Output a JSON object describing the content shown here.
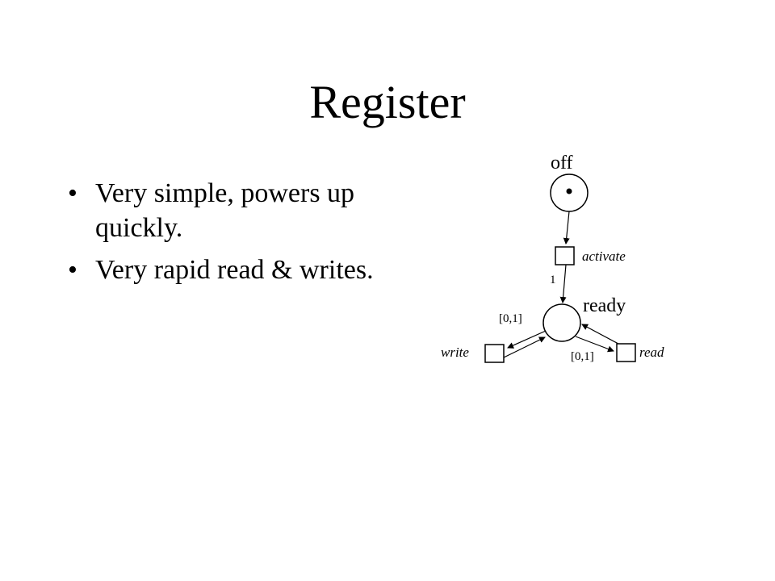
{
  "slide": {
    "title": "Register",
    "bullets": [
      "Very simple, powers up quickly.",
      "Very rapid read & writes."
    ],
    "bullet_glyph": "•"
  },
  "diagram": {
    "places": {
      "off": {
        "label": "off",
        "tokens": 1
      },
      "ready": {
        "label": "ready",
        "tokens": 0
      }
    },
    "transitions": {
      "activate": {
        "label": "activate"
      },
      "write": {
        "label": "write"
      },
      "read": {
        "label": "read"
      }
    },
    "arc_labels": {
      "activate_to_ready": "1",
      "ready_to_write": "[0,1]",
      "ready_to_read": "[0,1]"
    }
  }
}
